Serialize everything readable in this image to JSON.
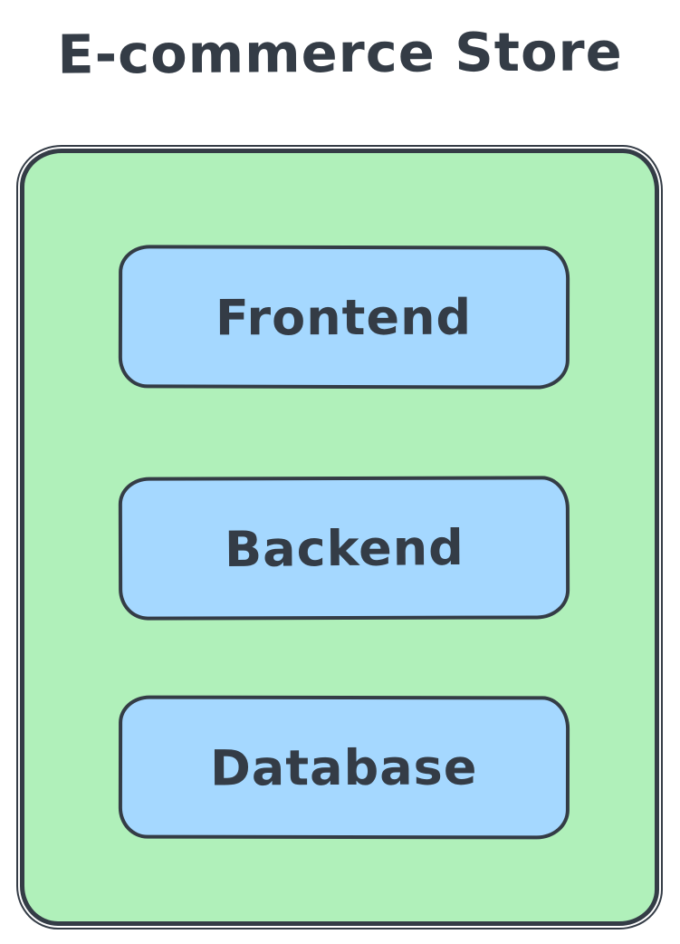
{
  "diagram": {
    "title": "E-commerce Store",
    "container": {
      "name": "ecommerce-store-group",
      "nodes": [
        {
          "id": "frontend",
          "label": "Frontend"
        },
        {
          "id": "backend",
          "label": "Backend"
        },
        {
          "id": "database",
          "label": "Database"
        }
      ]
    },
    "colors": {
      "background": "#ffffff",
      "container_fill": "#b0f0ba",
      "node_fill": "#a5d8ff",
      "stroke": "#343c46"
    }
  }
}
